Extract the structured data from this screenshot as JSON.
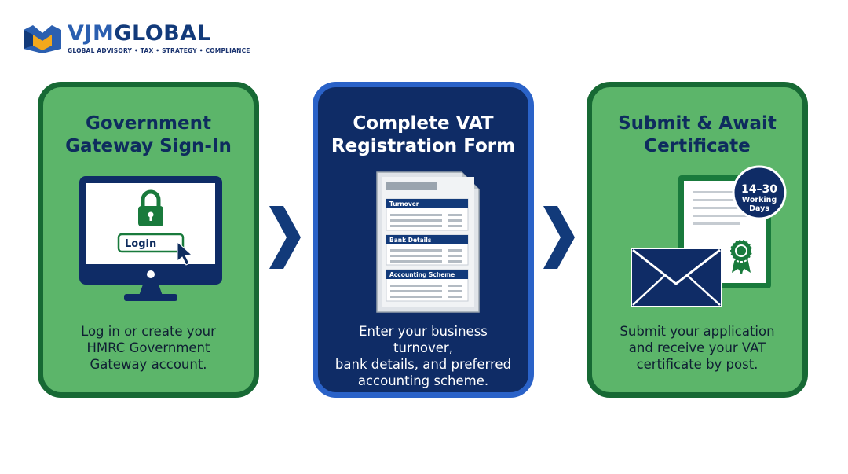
{
  "brand": {
    "name_part1": "VJM",
    "name_part2": "GLOBAL",
    "tagline": "GLOBAL ADVISORY • TAX • STRATEGY • COMPLIANCE",
    "colors": {
      "primary": "#2b5fb0",
      "dark": "#123a7a",
      "accent": "#f3a81c"
    }
  },
  "steps": [
    {
      "title_line1": "Government",
      "title_line2": "Gateway Sign-In",
      "icon": "computer-login-icon",
      "login_label": "Login",
      "desc_line1": "Log in or create your",
      "desc_line2": "HMRC Government",
      "desc_line3": "Gateway account."
    },
    {
      "title_line1": "Complete VAT",
      "title_line2": "Registration Form",
      "icon": "form-document-icon",
      "form_sections": [
        "Turnover",
        "Bank Details",
        "Accounting Scheme"
      ],
      "desc_line1": "Enter your business turnover,",
      "desc_line2": "bank details, and preferred",
      "desc_line3": "accounting scheme."
    },
    {
      "title_line1": "Submit & Await",
      "title_line2": "Certificate",
      "icon": "envelope-certificate-icon",
      "badge_line1": "14–30",
      "badge_line2": "Working",
      "badge_line3": "Days",
      "desc_line1": "Submit your application",
      "desc_line2": "and receive your VAT",
      "desc_line3": "certificate by post."
    }
  ],
  "colors": {
    "green_fill": "#5cb56a",
    "green_border": "#176934",
    "blue_fill": "#0f2c66",
    "blue_border": "#2a62c8",
    "navy_text": "#0e2c5e"
  }
}
